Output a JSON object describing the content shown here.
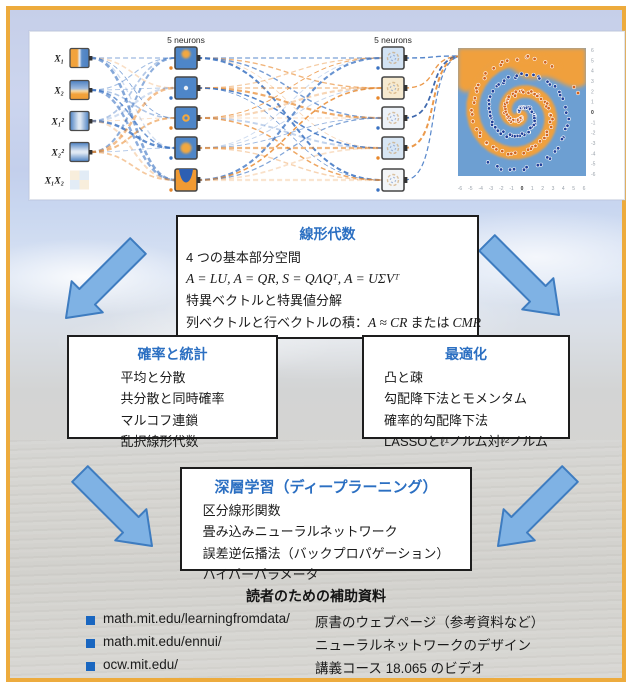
{
  "nn": {
    "layer_labels": [
      "5 neurons",
      "5 neurons"
    ],
    "inputs": [
      "X₁",
      "X₂",
      "X₁²",
      "X₂²",
      "X₁X₂"
    ],
    "plot": {
      "x_ticks": [
        "-6",
        "-5",
        "-4",
        "-3",
        "-2",
        "-1",
        "0",
        "1",
        "2",
        "3",
        "4",
        "5",
        "6"
      ],
      "y_ticks": [
        "6",
        "5",
        "4",
        "3",
        "2",
        "1",
        "0",
        "-1",
        "-2",
        "-3",
        "-4",
        "-5",
        "-6"
      ]
    }
  },
  "boxes": {
    "linear_algebra": {
      "title": "線形代数",
      "line1": "4 つの基本部分空間",
      "line2_formula": "A = LU, A = QR, S = QΛQᵀ, A = UΣVᵀ",
      "line3": "特異ベクトルと特異値分解",
      "line4_label": "列ベクトルと行ベクトルの積：",
      "line4_formula1": "A ≈ CR",
      "line4_sep": "または",
      "line4_formula2": "CMR"
    },
    "probability": {
      "title": "確率と統計",
      "lines": [
        "平均と分散",
        "共分散と同時確率",
        "マルコフ連鎖",
        "乱択線形代数"
      ]
    },
    "optimization": {
      "title": "最適化",
      "lines": [
        "凸と疎",
        "勾配降下法とモメンタム",
        "確率的勾配降下法",
        "LASSOとℓ¹ノルム対ℓ²ノルム"
      ]
    },
    "deep_learning": {
      "title": "深層学習（ディープラーニング）",
      "lines": [
        "区分線形関数",
        "畳み込みニューラルネットワーク",
        "誤差逆伝播法（バックプロパゲーション）",
        "ハイパーパラメータ"
      ]
    }
  },
  "resources": {
    "heading": "読者のための補助資料",
    "items": [
      {
        "url": "math.mit.edu/learningfromdata/",
        "desc": "原書のウェブページ（参考資料など）"
      },
      {
        "url": "math.mit.edu/ennui/",
        "desc": "ニューラルネットワークのデザイン"
      },
      {
        "url": "ocw.mit.edu/",
        "desc": "講義コース 18.065 のビデオ"
      }
    ]
  },
  "colors": {
    "frame_gold": "#edab3d",
    "title_blue": "#2b6fc2",
    "arrow_fill": "#7fb2e4",
    "arrow_stroke": "#3e7cc0",
    "nn_orange": "#f09a33",
    "nn_blue": "#4e86c8",
    "bullet_blue": "#1966c0"
  }
}
